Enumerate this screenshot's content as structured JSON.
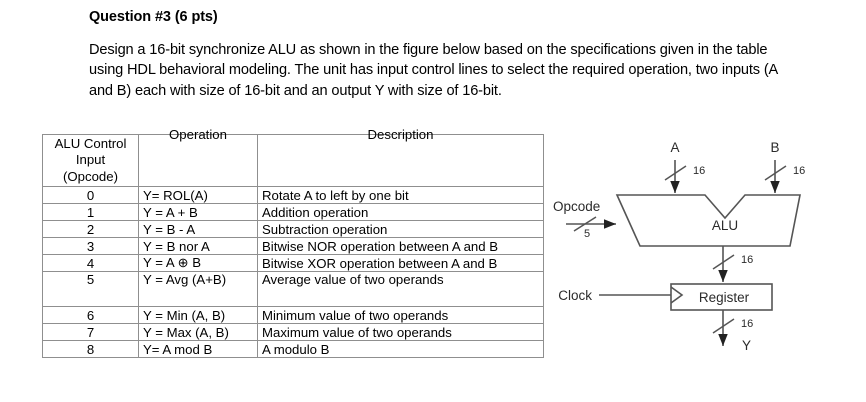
{
  "question": {
    "title": "Question #3 (6 pts)",
    "body": "Design a 16-bit synchronize ALU as shown in the figure below based on the specifications given in the table using HDL behavioral modeling. The unit has input control lines to select the required operation, two inputs (A and B) each with size of 16-bit and an output Y with size of 16-bit."
  },
  "table": {
    "headers": {
      "opcode_line1": "ALU Control",
      "opcode_line2": "Input",
      "opcode_line3": "(Opcode)",
      "operation": "Operation",
      "description": "Description"
    },
    "rows": [
      {
        "opcode": "0",
        "operation": "Y= ROL(A)",
        "description": "Rotate A to left by one bit"
      },
      {
        "opcode": "1",
        "operation": "Y = A + B",
        "description": "Addition operation"
      },
      {
        "opcode": "2",
        "operation": "Y = B -  A",
        "description": "Subtraction operation"
      },
      {
        "opcode": "3",
        "operation": "Y = B nor  A",
        "description": "Bitwise NOR operation between A and B"
      },
      {
        "opcode": "4",
        "operation": "Y = A ⊕  B",
        "description": "Bitwise XOR operation between A and B"
      },
      {
        "opcode": "5",
        "operation": "Y = Avg (A+B)",
        "description": "Average value of two operands"
      },
      {
        "opcode": "6",
        "operation": "Y = Min (A, B)",
        "description": "Minimum value of two operands"
      },
      {
        "opcode": "7",
        "operation": "Y = Max (A, B)",
        "description": "Maximum value of two operands"
      },
      {
        "opcode": "8",
        "operation": "Y= A mod B",
        "description": "A modulo B"
      }
    ]
  },
  "diagram": {
    "input_a_label": "A",
    "input_b_label": "B",
    "input_a_width": "16",
    "input_b_width": "16",
    "opcode_label": "Opcode",
    "opcode_width": "5",
    "alu_label": "ALU",
    "alu_out_width": "16",
    "clock_label": "Clock",
    "register_label": "Register",
    "register_out_width": "16",
    "output_label": "Y"
  },
  "colors": {
    "text": "#000000",
    "diagram_stroke": "#555555",
    "table_border": "#8f8f8f"
  }
}
